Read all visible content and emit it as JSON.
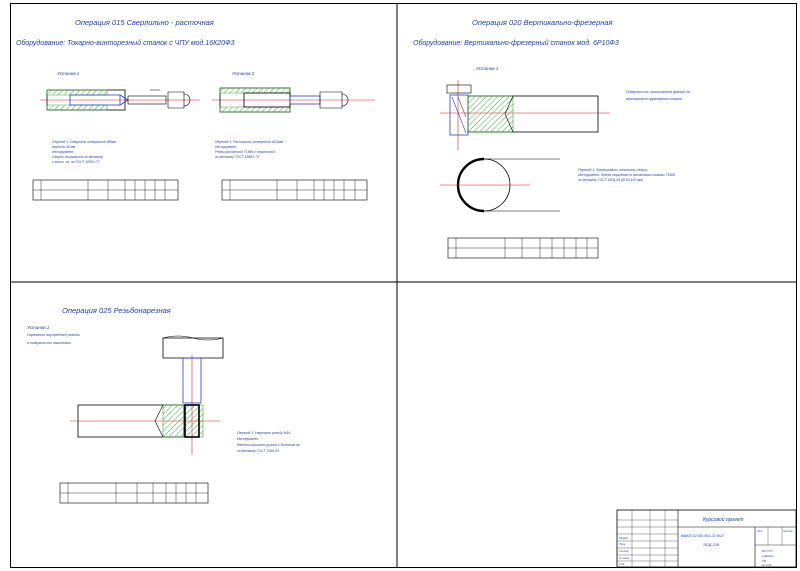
{
  "colors": {
    "frame": "#000000",
    "text_blue": "#1d3fb5",
    "hatch_green": "#3fae3f",
    "axis_red": "#e02020",
    "tool_blue": "#2a3fd8"
  },
  "op015": {
    "title": "Операция 015 Сверлильно - расточная",
    "equipment": "Оборудование: Токарно-винторезный станок с ЧПУ мод.16К20Ф3",
    "setup1": "Установ 1",
    "setup2": "Установ 2",
    "note1": [
      "Переход 1: Сверлить отверстие Ø8мм",
      "глубина 38 мм",
      "Инструмент:",
      "Сверло спиральное по металлу",
      "с конич. хв. по ГОСТ 10903-77"
    ],
    "note2": [
      "Переход 1: Расточить отверстие Ø16мм",
      "Инструмент:",
      "Резец расточной Т15К6 с пластиной",
      "по металлу ГОСТ 18882-73"
    ],
    "icon_cog": "cog-icon"
  },
  "op020": {
    "title": "Операция 020 Вертикально-фрезерная",
    "equipment": "Оборудование: Вертикально-фрезерный станок мод. 6Р10Ф3",
    "setup": "Установ 1",
    "side_note": [
      "Поверхность изготовлена фрезой на",
      "вертикально-фрезерном станке"
    ],
    "note": [
      "Переход 1: Фрезеровать плоскость сверху",
      "Инструмент: Фреза торцевая со вставными ножами Т15К6",
      "по металлу ГОСТ 9304-69 (Ø 63-100 мм)"
    ]
  },
  "op025": {
    "title": "Операция 025 Резьбонарезная",
    "setup": "Установ 1",
    "side_note": [
      "Нарезание внутренней резьбы",
      "в поверхности заготовки"
    ],
    "note": [
      "Переход 1: Нарезать резьбу М16",
      "Инструмент:",
      "Метчик машинно-ручной с длинным хв.",
      "по металлу ГОСТ 3266-81"
    ]
  },
  "stamp": {
    "project": "Курсовой проект",
    "doc_code": "ВАКЛ.02.06.051.22.002",
    "group": "ЭСД-236",
    "sheet_label": "Лит.",
    "sheets": "Листов",
    "rows": [
      "Разраб.",
      "Пров.",
      "Т.контр.",
      "Н.контр.",
      "Утв."
    ],
    "small_right": [
      "ВСГУТУ",
      "кафедра",
      "ТМ",
      "гр.2-22"
    ]
  }
}
